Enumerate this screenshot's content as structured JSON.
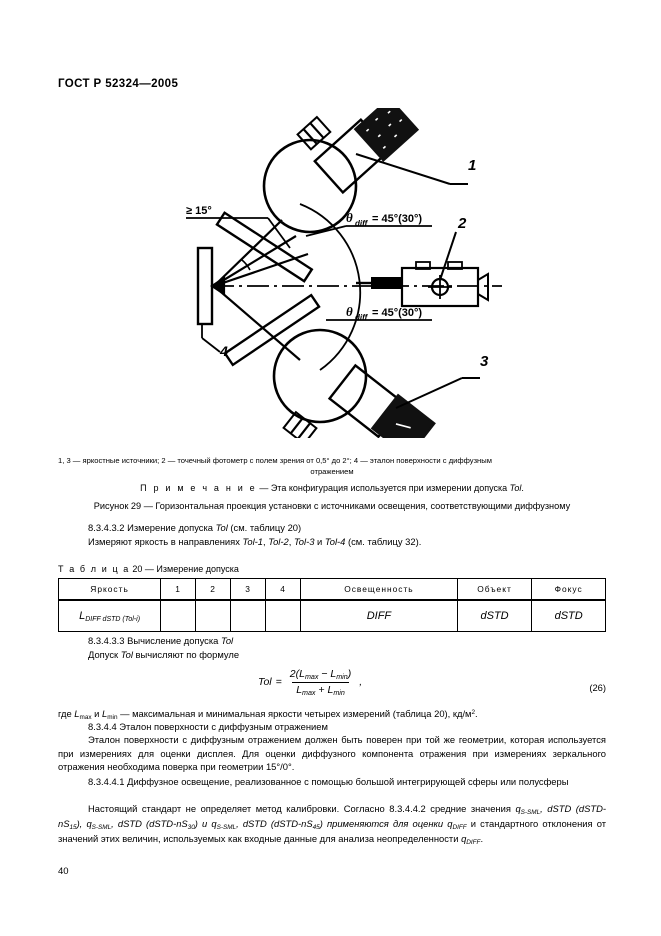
{
  "document": {
    "standard_header": "ГОСТ Р 52324—2005",
    "page_number": "40"
  },
  "figure": {
    "labels": {
      "source_1": "1",
      "photometer_2": "2",
      "source_3": "3",
      "standard_4": "4",
      "angle_min": "≥ 15°",
      "theta_top_symbol": "θ",
      "theta_top_sub": "diff",
      "theta_top_value": "= 45°(30°)",
      "theta_bottom_symbol": "θ",
      "theta_bottom_sub": "diff",
      "theta_bottom_value": "= 45°(30°)"
    },
    "legend_line1": "1, 3 — яркостные источники; 2 — точечный фотометр с полем зрения от 0,5° до 2°; 4 — эталон поверхности с диффузным",
    "legend_line2": "отражением",
    "note_label": "П р и м е ч а н и е",
    "note_text": " — Эта конфигурация используется при измерении допуска ",
    "note_term": "Tol",
    "note_end": ".",
    "caption": "Рисунок 29 — Горизонтальная проекция установки с источниками освещения, соответствующими диффузному"
  },
  "sections": {
    "s_8_3_4_3_2_heading": "8.3.4.3.2 Измерение допуска ",
    "s_8_3_4_3_2_term": "Tol",
    "s_8_3_4_3_2_tail": " (см. таблицу 20)",
    "s_8_3_4_3_2_body_a": "Измеряют яркость в направлениях ",
    "s_8_3_4_3_2_dir1": "Tol-1",
    "s_8_3_4_3_2_sep1": ", ",
    "s_8_3_4_3_2_dir2": "Tol-2",
    "s_8_3_4_3_2_sep2": ", ",
    "s_8_3_4_3_2_dir3": "Tol-3",
    "s_8_3_4_3_2_sep3": " и ",
    "s_8_3_4_3_2_dir4": "Tol-4",
    "s_8_3_4_3_2_body_b": " (см. таблицу 32).",
    "s_8_3_4_3_3_heading": "8.3.4.3.3 Вычисление допуска ",
    "s_8_3_4_3_3_term": "Tol",
    "s_8_3_4_3_3_body": "Допуск ",
    "s_8_3_4_3_3_term2": "Tol",
    "s_8_3_4_3_3_body2": " вычисляют по формуле",
    "where_prefix": "где ",
    "where_lmax": "L",
    "where_lmax_sub": "max",
    "where_mid": " и ",
    "where_lmin": "L",
    "where_lmin_sub": "min",
    "where_text": " — максимальная и минимальная яркости четырех измерений (таблица 20), кд/м",
    "where_sup": "2",
    "where_end": ".",
    "s_8_3_4_4_heading": "8.3.4.4 Эталон поверхности с диффузным отражением",
    "s_8_3_4_4_body": "Эталон поверхности с диффузным отражением должен быть поверен при той же геометрии, которая используется при измерениях для оценки дисплея. Для оценки диффузного компонента отражения при измерениях зеркального отражения необходима поверка при геометрии 15°/0°.",
    "s_8_3_4_4_1_heading": "8.3.4.4.1 Диффузное освещение, реализованное с помощью большой интегрирующей сферы или полусферы",
    "s_8_3_4_4_2_body_1": "Настоящий стандарт не определяет метод калибровки. Согласно 8.3.4.4.2 средние значения ",
    "q_s_sml": "q",
    "q_s_sml_sub": "S-SML",
    "dstd_1": "dSTD",
    "dstd_ns15_a": " (dSTD-nS",
    "dstd_ns15_sub": "15",
    "dstd_ns15_b": "), ",
    "q_s_sml_2": "q",
    "q_s_sml_2_sub": "S-SML",
    "dstd_2": ", dSTD",
    "dstd_ns30_a": " (dSTD-nS",
    "dstd_ns30_sub": "30",
    "dstd_ns30_b": ") и ",
    "q_s_sml_3": "q",
    "q_s_sml_3_sub": "S-SML",
    "dstd_3": ", dSTD",
    "dstd_ns45_a": " (dSTD-nS",
    "dstd_ns45_sub": "45",
    "dstd_ns45_b": ") применяются для оценки ",
    "q_diff_1": "q",
    "q_diff_1_sub": "DIFF",
    "tail_text": " и стандартного  отклонения  от значений этих величин, используемых как входные данные для анализа неопределенности ",
    "q_diff_2": "q",
    "q_diff_2_sub": "DIFF",
    "tail_end": "."
  },
  "table20": {
    "title_spaced": "Т а б л и ц а",
    "title_rest": "  20 — Измерение допуска",
    "headers": [
      "Яркость",
      "1",
      "2",
      "3",
      "4",
      "Освещенность",
      "Объект",
      "Фокус"
    ],
    "row": {
      "label_main": "L",
      "label_sub": "DIFF dSTD (Tol-i)",
      "c1": "",
      "c2": "",
      "c3": "",
      "c4": "",
      "illumination": "DIFF",
      "object": "dSTD",
      "focus": "dSTD"
    }
  },
  "formula": {
    "lhs": "Tol",
    "equals": "=",
    "numerator_a": "2(L",
    "numerator_sub1": "max",
    "numerator_b": " − L",
    "numerator_sub2": "min",
    "numerator_c": ")",
    "denominator_a": "L",
    "denominator_sub1": "max",
    "denominator_b": " + L",
    "denominator_sub2": "min",
    "comma": ",",
    "number": "(26)"
  }
}
